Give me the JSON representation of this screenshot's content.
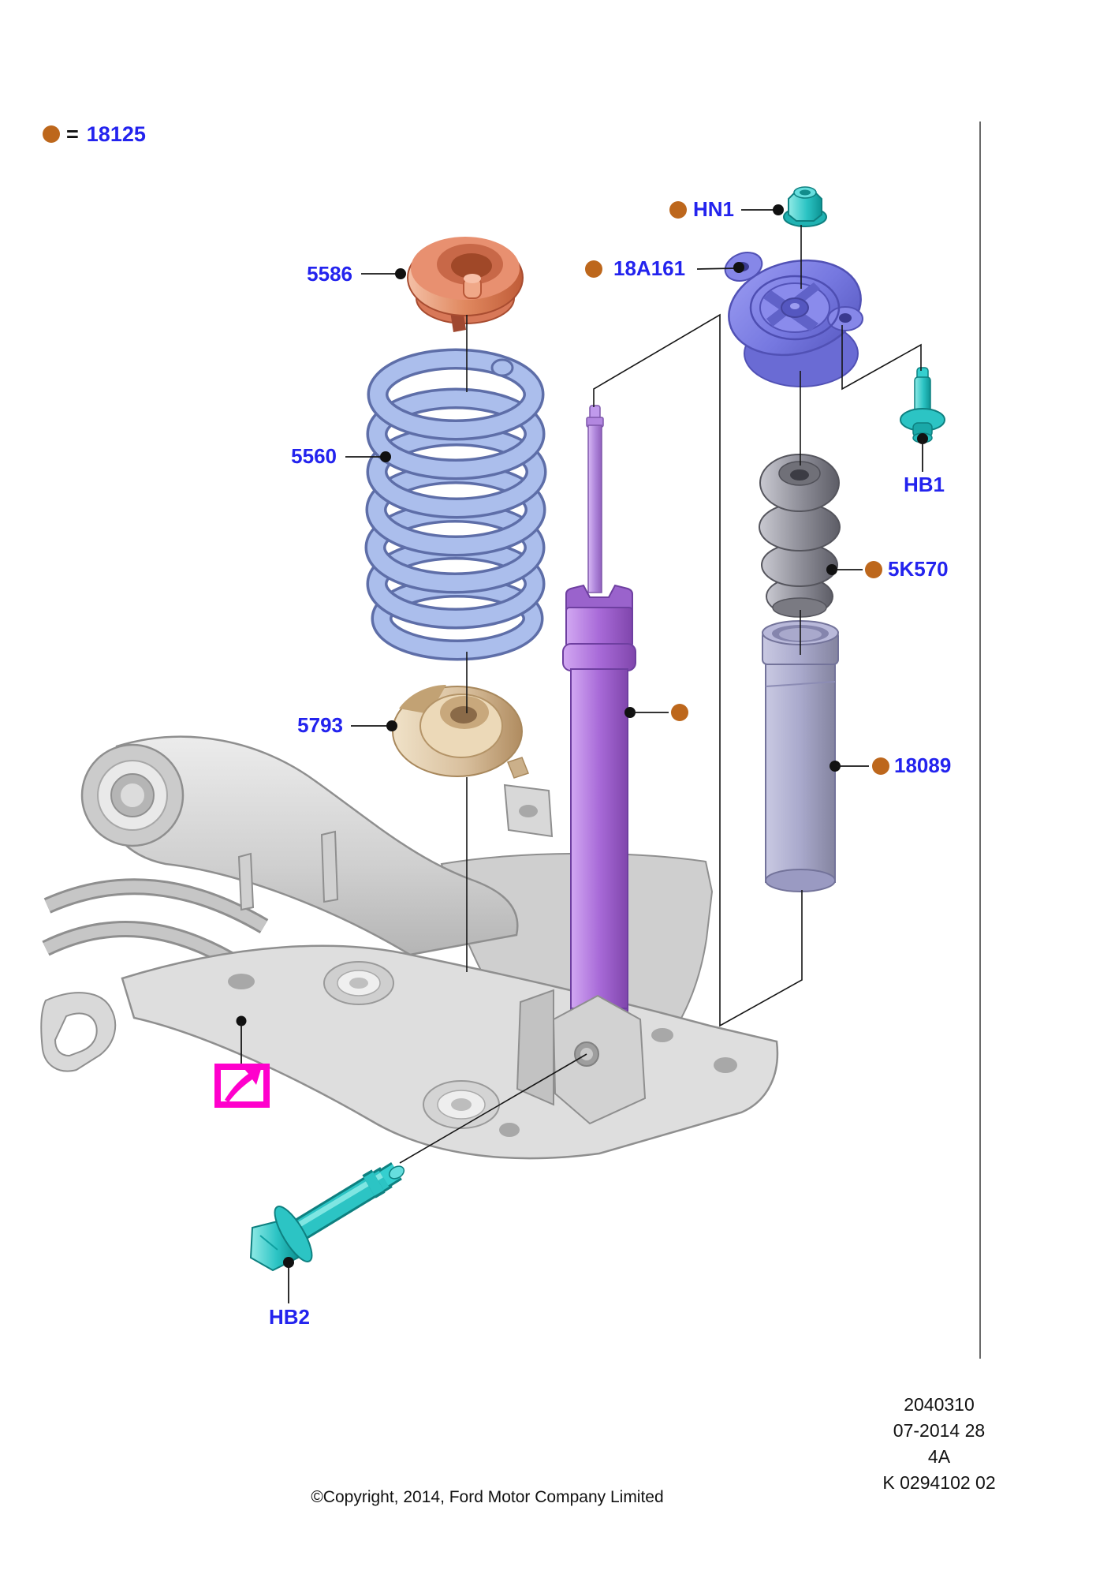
{
  "diagram": {
    "legend": {
      "equals": "=",
      "part": "18125"
    },
    "callouts": {
      "c5586": {
        "label": "5586",
        "marker": "black-dot"
      },
      "c5560": {
        "label": "5560",
        "marker": "black-dot"
      },
      "c5793": {
        "label": "5793",
        "marker": "black-dot"
      },
      "hn1": {
        "label": "HN1",
        "marker": "orange-dot"
      },
      "c18a161": {
        "label": "18A161",
        "marker": "orange-dot"
      },
      "hb1": {
        "label": "HB1",
        "marker": "black-dot"
      },
      "c5k570": {
        "label": "5K570",
        "marker": "orange-dot"
      },
      "c18089": {
        "label": "18089",
        "marker": "orange-dot"
      },
      "hb2": {
        "label": "HB2",
        "marker": "black-dot"
      }
    },
    "parts": [
      {
        "id": "spring-seat-upper",
        "callout": "5586"
      },
      {
        "id": "coil-spring",
        "callout": "5560"
      },
      {
        "id": "spring-seat-lower",
        "callout": "5793"
      },
      {
        "id": "top-mount-nut",
        "callout": "HN1"
      },
      {
        "id": "shock-top-mount",
        "callout": "18A161"
      },
      {
        "id": "mount-stud",
        "callout": "HB1"
      },
      {
        "id": "bump-stop",
        "callout": "5K570"
      },
      {
        "id": "dust-cover-tube",
        "callout": "18089"
      },
      {
        "id": "shock-absorber",
        "callout": "18125"
      },
      {
        "id": "lower-shock-bolt",
        "callout": "HB2"
      },
      {
        "id": "rear-subframe",
        "callout": ""
      }
    ],
    "colors": {
      "label_blue": "#2323ee",
      "marker_orange": "#bd671c",
      "arrow_magenta": "#ff00cc",
      "spring_blue": "#abbeec",
      "shock_purple": "#a86ad8",
      "mount_purple": "#7678e0",
      "hardware_teal": "#2cc4c4",
      "seat_salmon": "#e2886a",
      "seat_tan": "#d9c09e",
      "bump_gray": "#8e8e96",
      "tube_lavender": "#a9a9cc",
      "frame_gray": "#d6d6d6"
    }
  },
  "footer": {
    "plate_lines": [
      "2040310",
      "07-2014 28",
      "4A",
      "K 0294102 02"
    ],
    "copyright": "©Copyright, 2014, Ford Motor Company Limited"
  }
}
